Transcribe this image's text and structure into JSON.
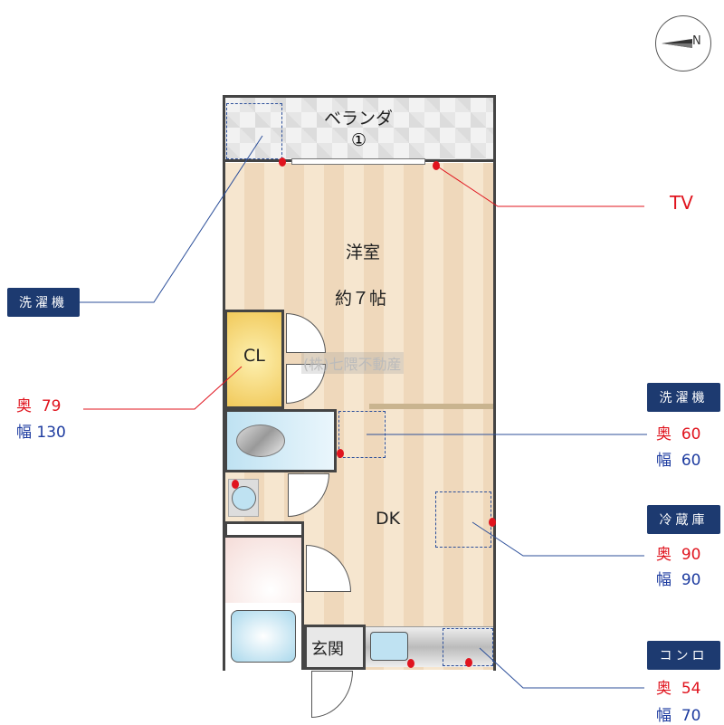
{
  "compass": {
    "label": "N"
  },
  "rooms": {
    "veranda": "ベランダ",
    "veranda_number": "①",
    "western": "洋室",
    "western_size": "約７帖",
    "closet": "CL",
    "dk": "DK",
    "entrance": "玄関"
  },
  "watermark": "(株)七隈不動産",
  "callouts": {
    "tv": "TV",
    "washer_left": {
      "label": "洗濯機"
    },
    "closet_dims": {
      "depth_label": "奥",
      "depth": "79",
      "width_label": "幅",
      "width": "130"
    },
    "washer_right": {
      "label": "洗濯機",
      "depth_label": "奥",
      "depth": "60",
      "width_label": "幅",
      "width": "60"
    },
    "fridge": {
      "label": "冷蔵庫",
      "depth_label": "奥",
      "depth": "90",
      "width_label": "幅",
      "width": "90"
    },
    "stove": {
      "label": "コンロ",
      "depth_label": "奥",
      "depth": "54",
      "width_label": "幅",
      "width": "70"
    }
  },
  "colors": {
    "badge": "#1d3a70",
    "depth": "#e0141e",
    "width": "#1e3ca0"
  }
}
